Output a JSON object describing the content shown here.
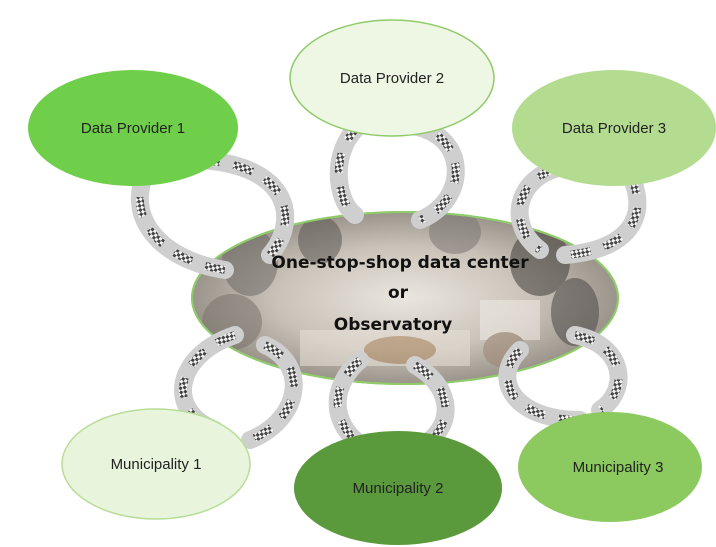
{
  "center": {
    "line1": "One-stop-shop data center",
    "line2": "or",
    "line3": "Observatory"
  },
  "nodes": {
    "provider1": "Data Provider 1",
    "provider2": "Data Provider 2",
    "provider3": "Data Provider 3",
    "municipality1": "Municipality 1",
    "municipality2": "Municipality 2",
    "municipality3": "Municipality 3"
  },
  "colors": {
    "provider1": "#6fcf4a",
    "provider2": "#eef7e4",
    "provider3": "#b3dc90",
    "municipality1": "#e8f5dc",
    "municipality2": "#5a9a3c",
    "municipality3": "#8cc95e",
    "outline": "#8fcb6a",
    "arrow": "#d9d9d9"
  }
}
